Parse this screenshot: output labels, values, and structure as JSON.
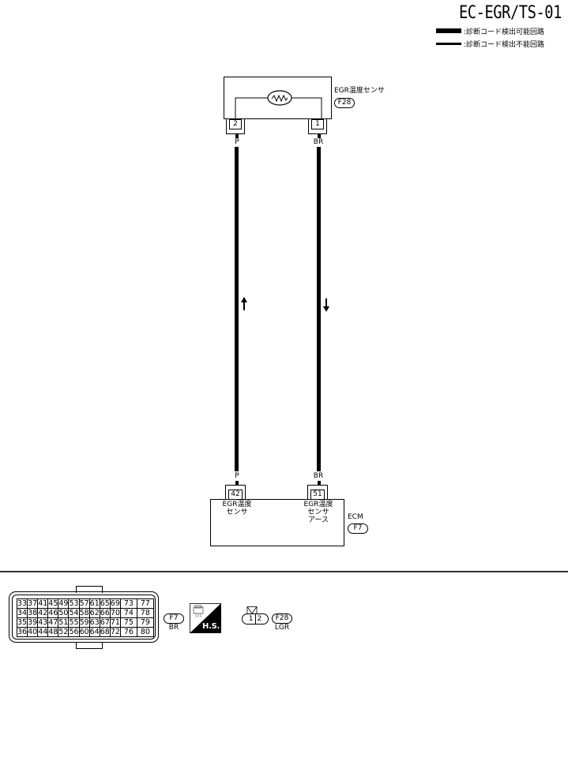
{
  "header": {
    "code": "EC-EGR/TS-01",
    "legend": [
      {
        "style": "thick",
        "label": ":診断コード検出可能回路"
      },
      {
        "style": "thin",
        "label": ":診断コード検出不能回路"
      }
    ]
  },
  "sensor": {
    "name": "EGR温度センサ",
    "connector": "F28",
    "symbol": "thermistor",
    "pins": [
      {
        "number": "2",
        "wire_color": "P"
      },
      {
        "number": "1",
        "wire_color": "BR"
      }
    ]
  },
  "wires": [
    {
      "color": "P",
      "from_pin": "2",
      "to_pin": "42",
      "direction": "up-arrow"
    },
    {
      "color": "BR",
      "from_pin": "1",
      "to_pin": "51",
      "direction": "down-arrow"
    }
  ],
  "ecm": {
    "name": "ECM",
    "connector": "F7",
    "terminals": [
      {
        "pin": "42",
        "wire_color": "P",
        "label_lines": [
          "EGR温度",
          "センサ"
        ]
      },
      {
        "pin": "51",
        "wire_color": "BR",
        "label_lines": [
          "EGR温度",
          "センサ",
          "アース"
        ]
      }
    ]
  },
  "connectors": {
    "f7": {
      "code": "F7",
      "color": "BR",
      "rows": [
        [
          "33",
          "37",
          "41",
          "45",
          "49",
          "53",
          "57",
          "61",
          "65",
          "69",
          "73",
          "77"
        ],
        [
          "34",
          "38",
          "42",
          "46",
          "50",
          "54",
          "58",
          "62",
          "66",
          "70",
          "74",
          "78"
        ],
        [
          "35",
          "39",
          "43",
          "47",
          "51",
          "55",
          "59",
          "63",
          "67",
          "71",
          "75",
          "79"
        ],
        [
          "36",
          "40",
          "44",
          "48",
          "52",
          "56",
          "60",
          "64",
          "68",
          "72",
          "76",
          "80"
        ]
      ]
    },
    "hs_badge": "H.S.",
    "f28": {
      "code": "F28",
      "color": "LGR",
      "pins": [
        "1",
        "2"
      ]
    }
  }
}
